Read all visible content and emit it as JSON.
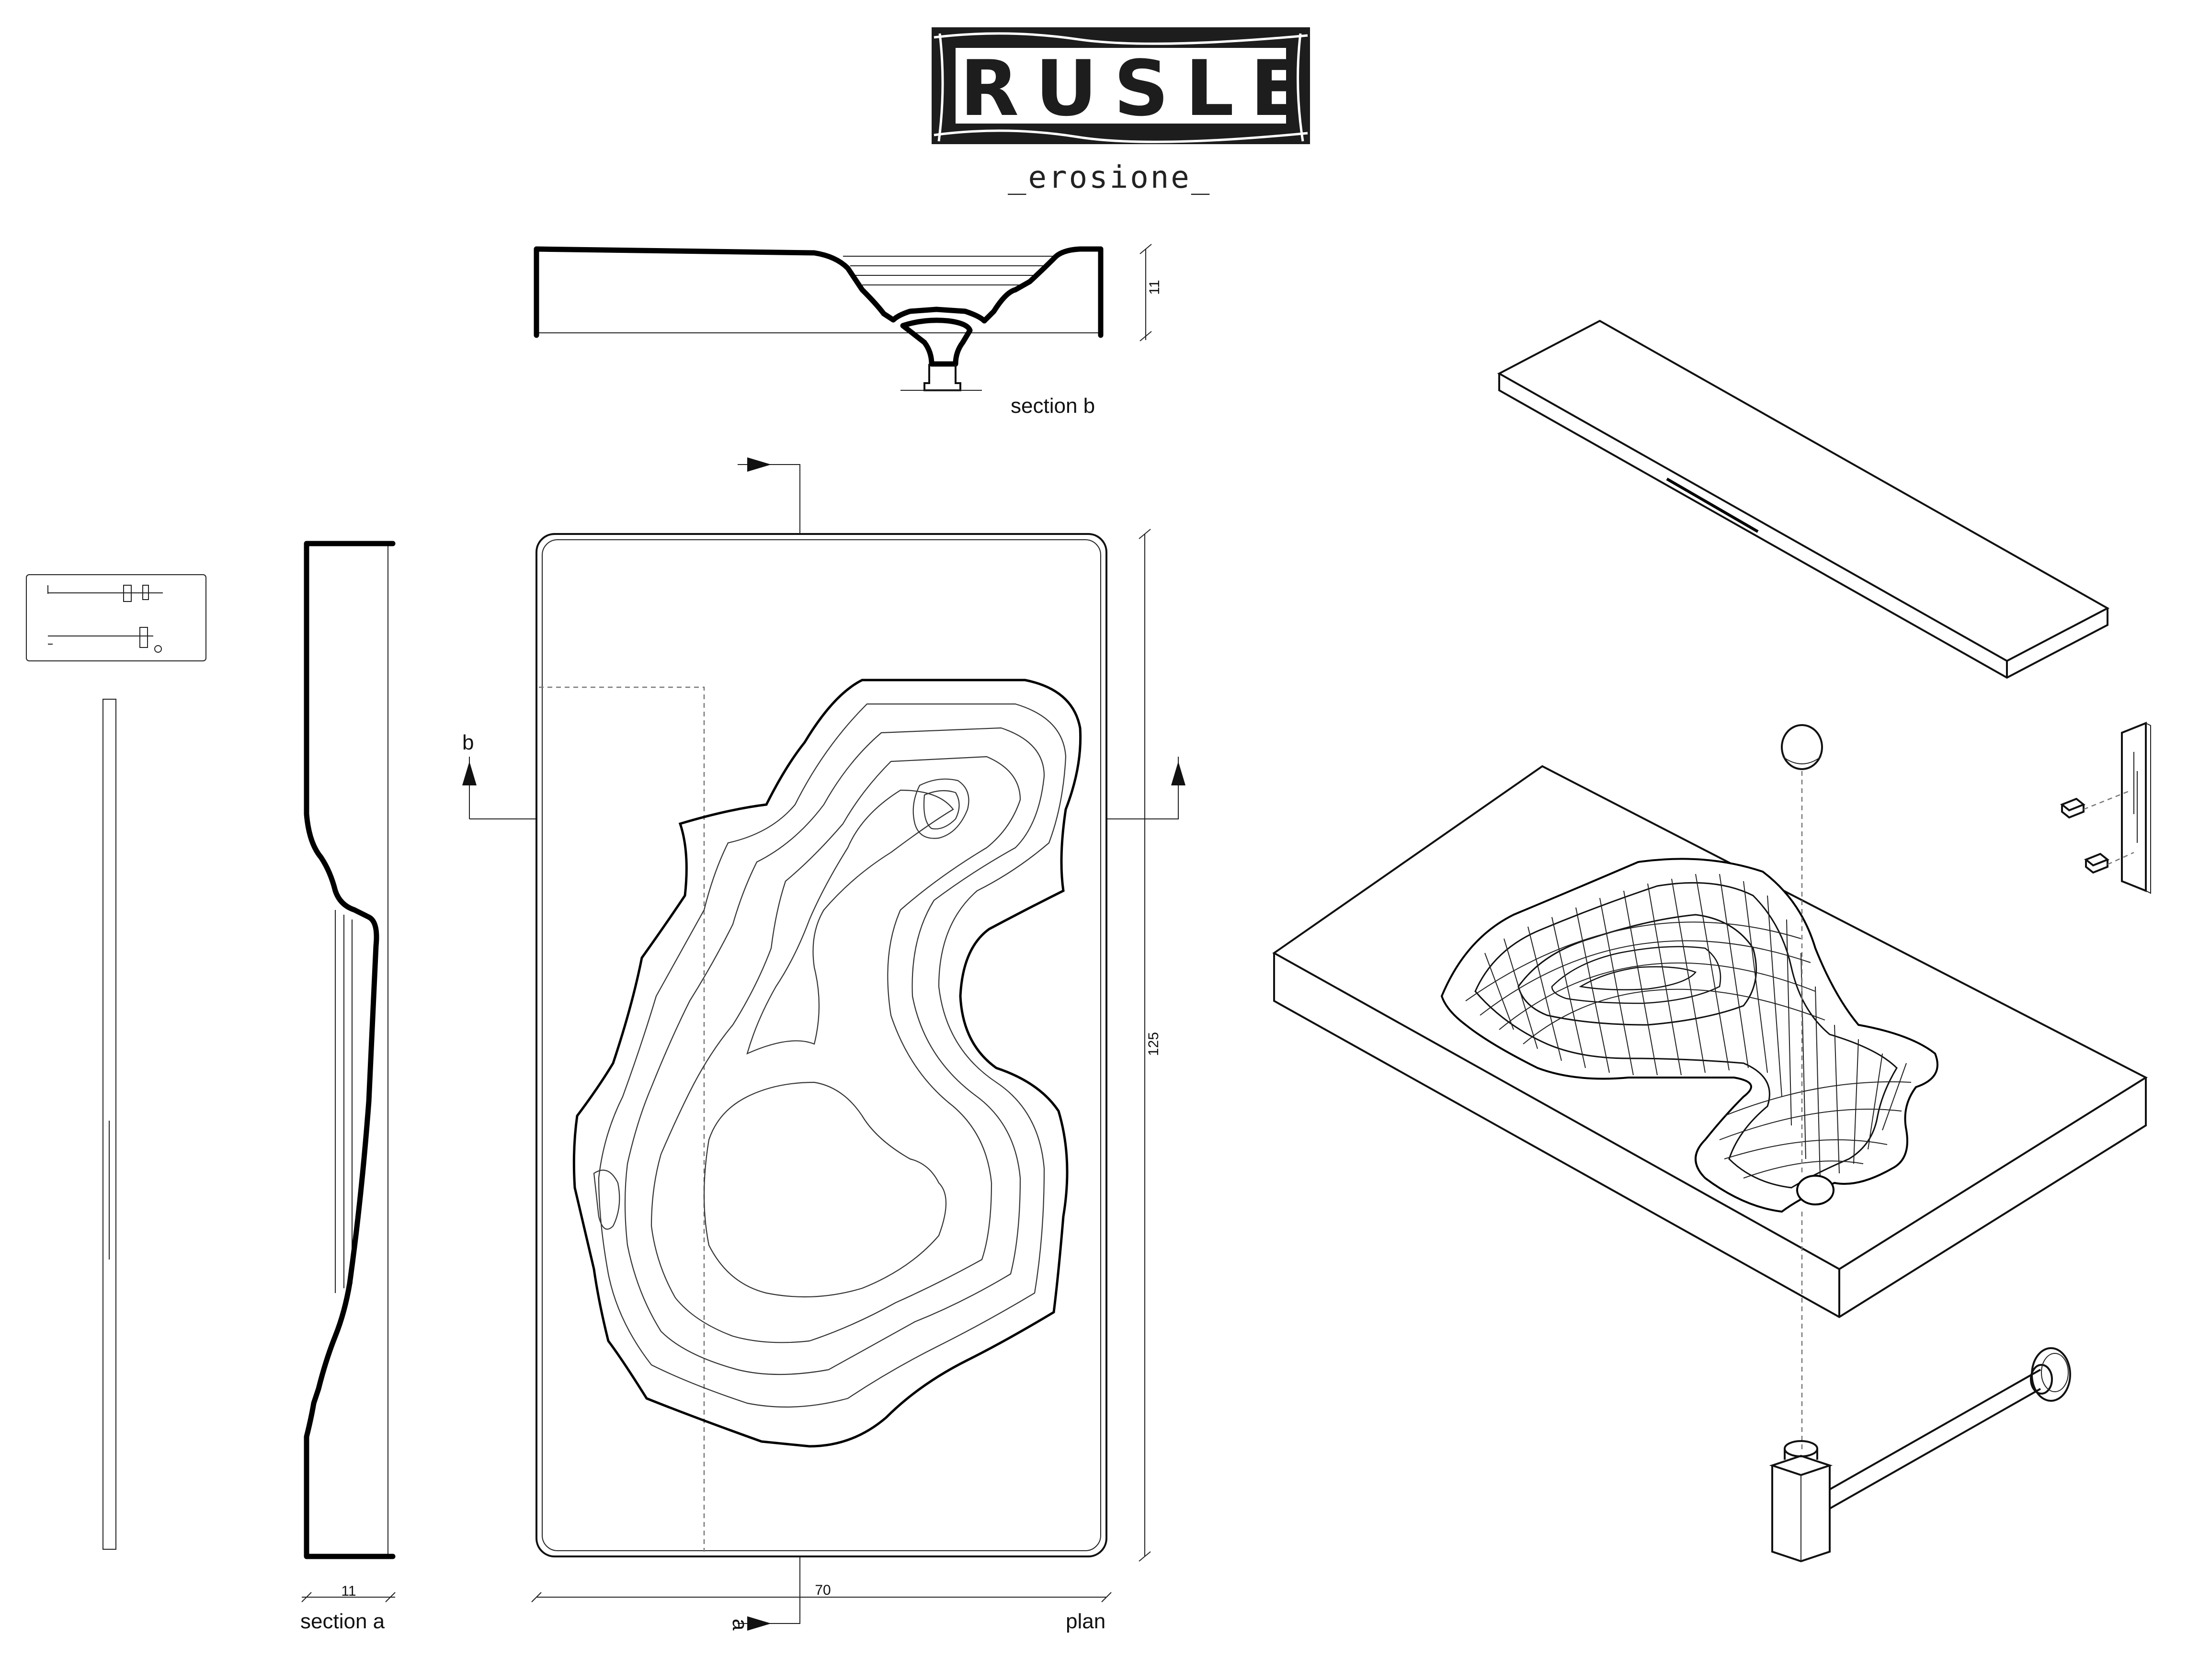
{
  "brand": {
    "logo_text": "RUSLE",
    "subtitle": "_erosione_"
  },
  "labels": {
    "section_b": "section b",
    "section_a": "section a",
    "plan": "plan",
    "cut_b": "b",
    "cut_a": "a"
  },
  "dimensions": {
    "section_b_height": "11",
    "section_a_depth": "11",
    "plan_length": "125",
    "plan_width": "70"
  }
}
